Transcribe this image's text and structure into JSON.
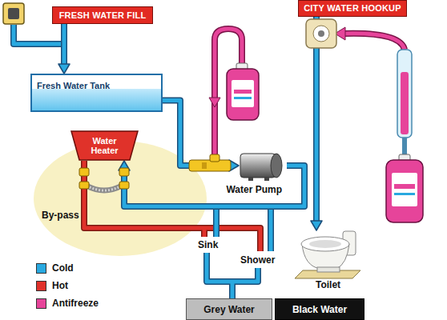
{
  "diagram": {
    "nodes": [
      {
        "text": [
          "FRESH WATER FILL"
        ]
      },
      {
        "text": [
          "CITY WATER HOOKUP"
        ]
      },
      {
        "text": [
          "Fresh Water Tank"
        ]
      },
      {
        "text": [
          "Water Heater"
        ]
      },
      {
        "text": [
          "Water Pump"
        ]
      },
      {
        "text": [
          "Toilet"
        ]
      },
      {
        "text": [
          "Grey Water"
        ]
      },
      {
        "text": [
          "Black Water"
        ]
      }
    ],
    "edges": [
      {
        "from": 0,
        "to": 2,
        "arrow": "to"
      },
      {
        "from": 2,
        "to": 4,
        "arrow": "to"
      },
      {
        "from": 4,
        "to": 3,
        "arrow": "to"
      },
      {
        "from": 1,
        "to": 5,
        "arrow": "to"
      }
    ],
    "labels": [
      "By-pass",
      "Sink",
      "Shower"
    ],
    "legend": [
      {
        "text": "Cold",
        "color": "#29a9e0"
      },
      {
        "text": "Hot",
        "color": "#e0312a"
      },
      {
        "text": "Antifreeze",
        "color": "#e6449a"
      }
    ]
  }
}
